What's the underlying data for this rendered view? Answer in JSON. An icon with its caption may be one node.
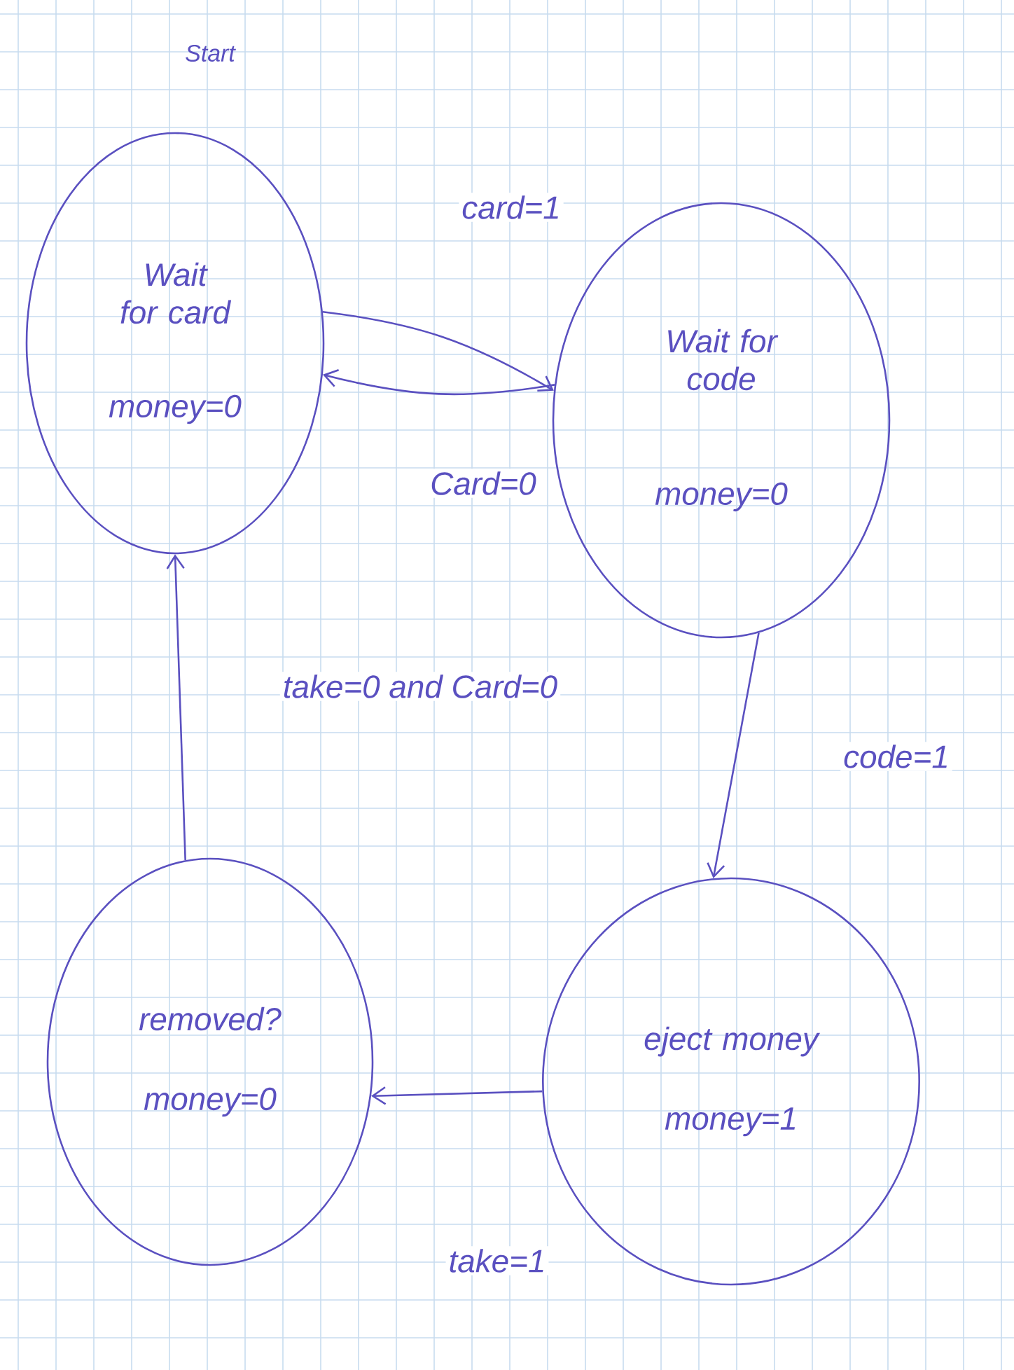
{
  "diagram": {
    "nodes": [
      {
        "text": [
          "Wait for card",
          "money=0"
        ],
        "beside": [
          "Start"
        ]
      },
      {
        "text": [
          "Wait for code",
          "money=0"
        ]
      },
      {
        "text": [
          "removed?",
          "money=0"
        ]
      },
      {
        "text": [
          "eject money",
          "money=1"
        ]
      }
    ],
    "edges": [
      {
        "from": 0,
        "to": 1,
        "arrow": "to",
        "label": "card=1"
      },
      {
        "from": 1,
        "to": 0,
        "arrow": "to",
        "label": "Card=0"
      },
      {
        "from": 1,
        "to": 3,
        "arrow": "to",
        "label": "code=1"
      },
      {
        "from": 3,
        "to": 2,
        "arrow": "to",
        "label": "take=1"
      },
      {
        "from": 2,
        "to": 0,
        "arrow": "to",
        "label": "take=0 and Card=0"
      }
    ]
  }
}
